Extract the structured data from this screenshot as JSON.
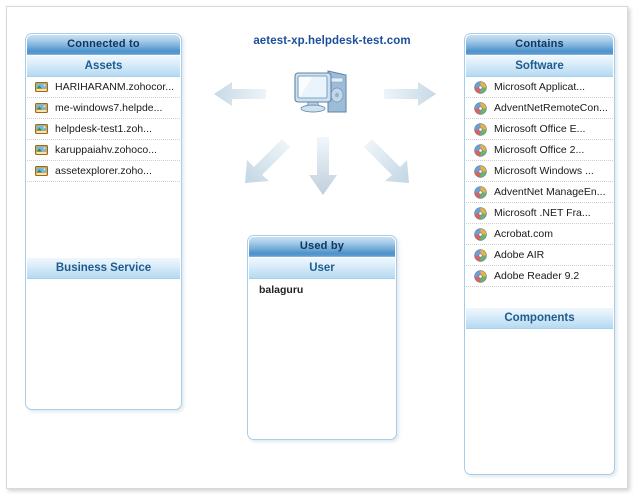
{
  "device": {
    "title": "aetest-xp.helpdesk-test.com",
    "icon": "computer-icon"
  },
  "arrows": [
    {
      "name": "arrow-left",
      "direction": "left"
    },
    {
      "name": "arrow-right",
      "direction": "right"
    },
    {
      "name": "arrow-down-left",
      "direction": "down-left"
    },
    {
      "name": "arrow-down",
      "direction": "down"
    },
    {
      "name": "arrow-down-right",
      "direction": "down-right"
    }
  ],
  "panels": {
    "left": {
      "title": "Connected to",
      "sections": [
        {
          "heading": "Assets",
          "icon": "asset-monitor-icon",
          "items": [
            "HARIHARANM.zohocor...",
            "me-windows7.helpde...",
            "helpdesk-test1.zoh...",
            "karuppaiahv.zohoco...",
            "assetexplorer.zoho..."
          ]
        },
        {
          "heading": "Business Service",
          "icon": "asset-monitor-icon",
          "items": []
        }
      ]
    },
    "center": {
      "title": "Used by",
      "sections": [
        {
          "heading": "User",
          "icon": "user-icon",
          "items": [
            "balaguru"
          ]
        }
      ]
    },
    "right": {
      "title": "Contains",
      "sections": [
        {
          "heading": "Software",
          "icon": "software-cd-icon",
          "items": [
            "Microsoft Applicat...",
            "AdventNetRemoteCon...",
            "Microsoft Office E...",
            "Microsoft Office 2...",
            "Microsoft Windows ...",
            "AdventNet ManageEn...",
            "Microsoft .NET Fra...",
            "Acrobat.com",
            "Adobe AIR",
            "Adobe Reader 9.2"
          ]
        },
        {
          "heading": "Components",
          "icon": "component-icon",
          "items": []
        }
      ]
    }
  },
  "colors": {
    "title_bar_dark": "#4d93cc",
    "section_head_light": "#c4e1f5",
    "panel_border": "#a8cde8",
    "link_text": "#1b4f9c",
    "heading_text": "#1e5c8f",
    "arrow_fill": "#dce8f1"
  }
}
